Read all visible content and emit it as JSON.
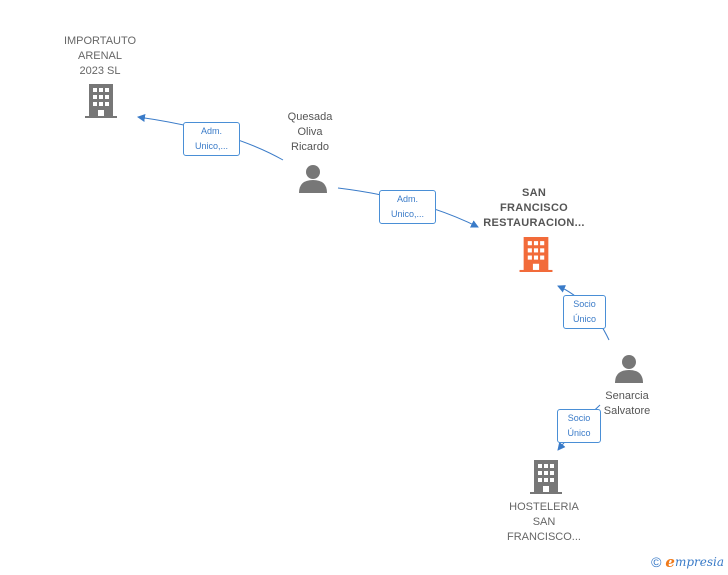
{
  "nodes": {
    "importauto": {
      "label": "IMPORTAUTO\nARENAL\n2023  SL",
      "type": "company"
    },
    "quesada": {
      "label": "Quesada\nOliva\nRicardo",
      "type": "person"
    },
    "san_francisco": {
      "label": "SAN\nFRANCISCO\nRESTAURACION...",
      "type": "company-focus"
    },
    "senarcia": {
      "label": "Senarcia\nSalvatore",
      "type": "person"
    },
    "hosteleria": {
      "label": "HOSTELERIA\nSAN\nFRANCISCO...",
      "type": "company"
    }
  },
  "edges": {
    "e1": {
      "label": "Adm.\nUnico,...",
      "from": "Quesada Oliva Ricardo",
      "to": "IMPORTAUTO ARENAL 2023 SL"
    },
    "e2": {
      "label": "Adm.\nUnico,...",
      "from": "Quesada Oliva Ricardo",
      "to": "SAN FRANCISCO RESTAURACION..."
    },
    "e3": {
      "label": "Socio\nÚnico",
      "from": "Senarcia Salvatore",
      "to": "SAN FRANCISCO RESTAURACION..."
    },
    "e4": {
      "label": "Socio\nÚnico",
      "from": "Senarcia Salvatore",
      "to": "HOSTELERIA SAN FRANCISCO..."
    }
  },
  "colors": {
    "edge": "#3a7bc8",
    "company_icon": "#777777",
    "focus_icon": "#f26b3a",
    "person_icon": "#777777"
  },
  "footer": {
    "copyright_symbol": "©",
    "brand_first": "e",
    "brand_rest": "mpresia"
  }
}
